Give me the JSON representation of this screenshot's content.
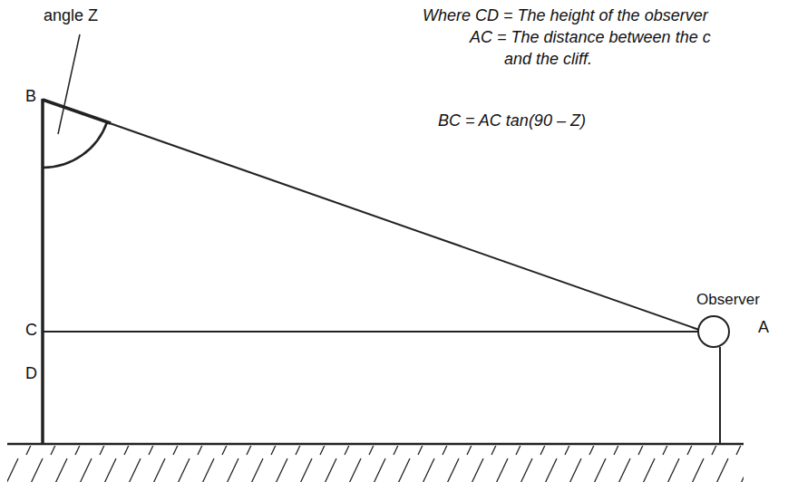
{
  "diagram": {
    "labels": [
      "angle Z",
      "Where CD = The height of the observer",
      "AC = The distance between the c",
      "and the cliff.",
      "B",
      "BC = AC tan(90 – Z)",
      "Observer",
      "A",
      "C",
      "D"
    ]
  }
}
